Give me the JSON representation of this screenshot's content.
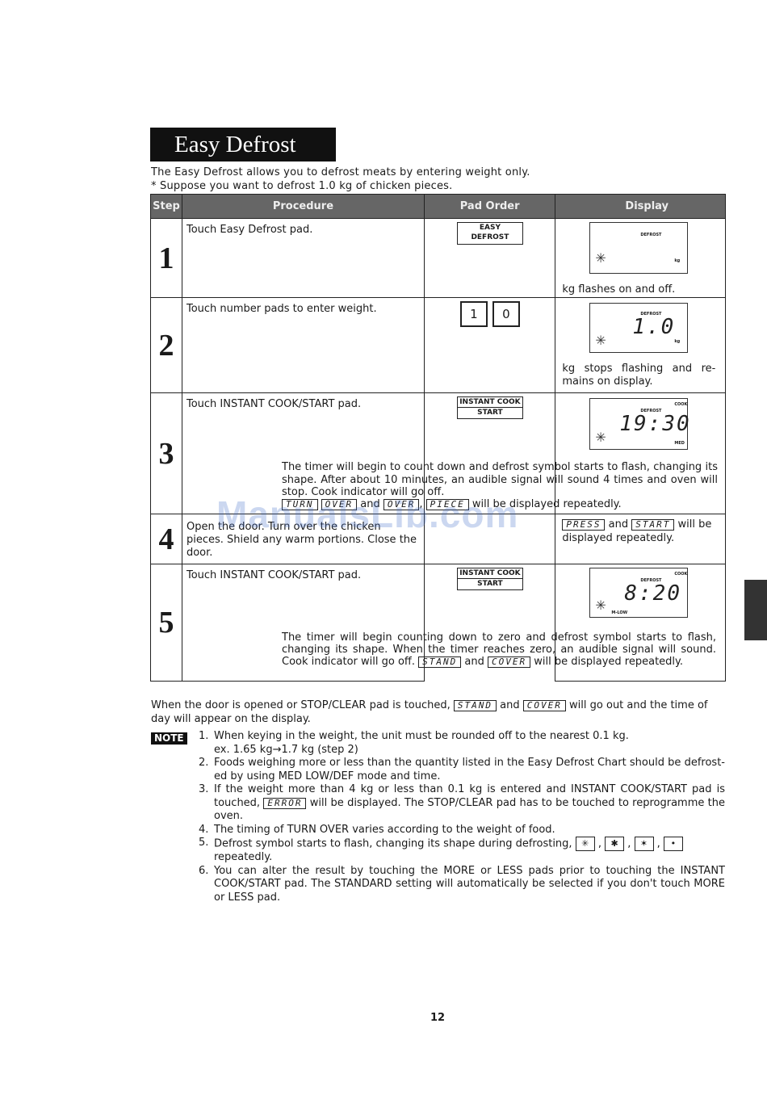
{
  "title": "Easy Defrost",
  "intro": {
    "line1": "The Easy Defrost allows you to defrost meats by entering weight only.",
    "line2": "* Suppose you want to defrost 1.0 kg of chicken pieces."
  },
  "table": {
    "headers": [
      "Step",
      "Procedure",
      "Pad Order",
      "Display"
    ],
    "steps": [
      {
        "number": "1",
        "procedure": "Touch Easy Defrost pad.",
        "pad_lines": [
          "EASY",
          "DEFROST"
        ],
        "display": {
          "label": "DEFROST",
          "value": "",
          "unit": "kg"
        },
        "display_caption": "kg flashes on and off."
      },
      {
        "number": "2",
        "procedure": "Touch number pads to enter weight.",
        "pads": [
          "1",
          "0"
        ],
        "display": {
          "label": "DEFROST",
          "value": "1.0",
          "unit": "kg"
        },
        "display_caption": "kg stops flashing and re- mains on display."
      },
      {
        "number": "3",
        "procedure": "Touch INSTANT COOK/START pad.",
        "pad_lines": [
          "INSTANT COOK",
          "START"
        ],
        "display": {
          "label": "DEFROST",
          "label2": "COOK",
          "value": "19:30",
          "unit": "MED"
        },
        "note": "The timer will begin to count down and defrost symbol starts to flash, changing its shape. After about 10 minutes, an audible signal will sound 4 times and oven will stop. Cook indicator will go off.",
        "segments": [
          "TURN",
          "OVER",
          "OVER",
          "PIECE"
        ],
        "segments_and": "and",
        "segments_tail": "will be displayed repeatedly."
      },
      {
        "number": "4",
        "procedure": "Open the door. Turn over the chicken pieces. Shield any warm portions. Close the door.",
        "segments": [
          "PRESS",
          "START"
        ],
        "segments_and": "and",
        "segments_tail": "will be displayed repeatedly."
      },
      {
        "number": "5",
        "procedure": "Touch INSTANT COOK/START pad.",
        "pad_lines": [
          "INSTANT COOK",
          "START"
        ],
        "display": {
          "label": "DEFROST",
          "label2": "COOK",
          "value": "8:20",
          "unit": "M-LOW"
        },
        "note": "The timer will begin counting down to zero and defrost symbol starts to flash, changing its shape. When the timer reaches zero, an audible signal will sound. Cook indicator will go off.",
        "segments": [
          "STAND",
          "COVER"
        ],
        "segments_and": "and",
        "segments_tail": "will be displayed repeatedly."
      }
    ]
  },
  "after_table": {
    "part1": "When the door is opened or STOP/CLEAR pad is touched,",
    "seg1": "STAND",
    "and": "and",
    "seg2": "COVER",
    "part2": "will go out and the time of day will appear on the display."
  },
  "note_label": "NOTE",
  "notes": [
    {
      "n": "1.",
      "text": "When keying in the weight, the unit must be rounded off to the nearest 0.1 kg.",
      "sub": "ex. 1.65 kg→1.7 kg (step 2)"
    },
    {
      "n": "2.",
      "text": "Foods weighing more or less than the quantity listed in the Easy Defrost Chart should be defrost- ed by using MED LOW/DEF mode and time."
    },
    {
      "n": "3.",
      "text_a": "If the weight more than 4 kg or less than 0.1 kg is entered and INSTANT COOK/START pad is touched,",
      "seg": "ERROR",
      "text_b": "will be displayed. The STOP/CLEAR pad has to be touched to reprogramme the oven."
    },
    {
      "n": "4.",
      "text": "The timing of TURN OVER varies according to the weight of food."
    },
    {
      "n": "5.",
      "text_a": "Defrost symbol starts to flash, changing its shape during defrosting,",
      "text_b": "repeatedly."
    },
    {
      "n": "6.",
      "text": "You can alter the result by touching the MORE or LESS pads prior to touching the INSTANT COOK/START pad. The STANDARD setting will automatically be selected if you don't touch MORE or LESS pad."
    }
  ],
  "watermark": "ManualsLib.com",
  "page_number": "12",
  "icons": {
    "defrost_symbol": "sparkle-icon"
  }
}
